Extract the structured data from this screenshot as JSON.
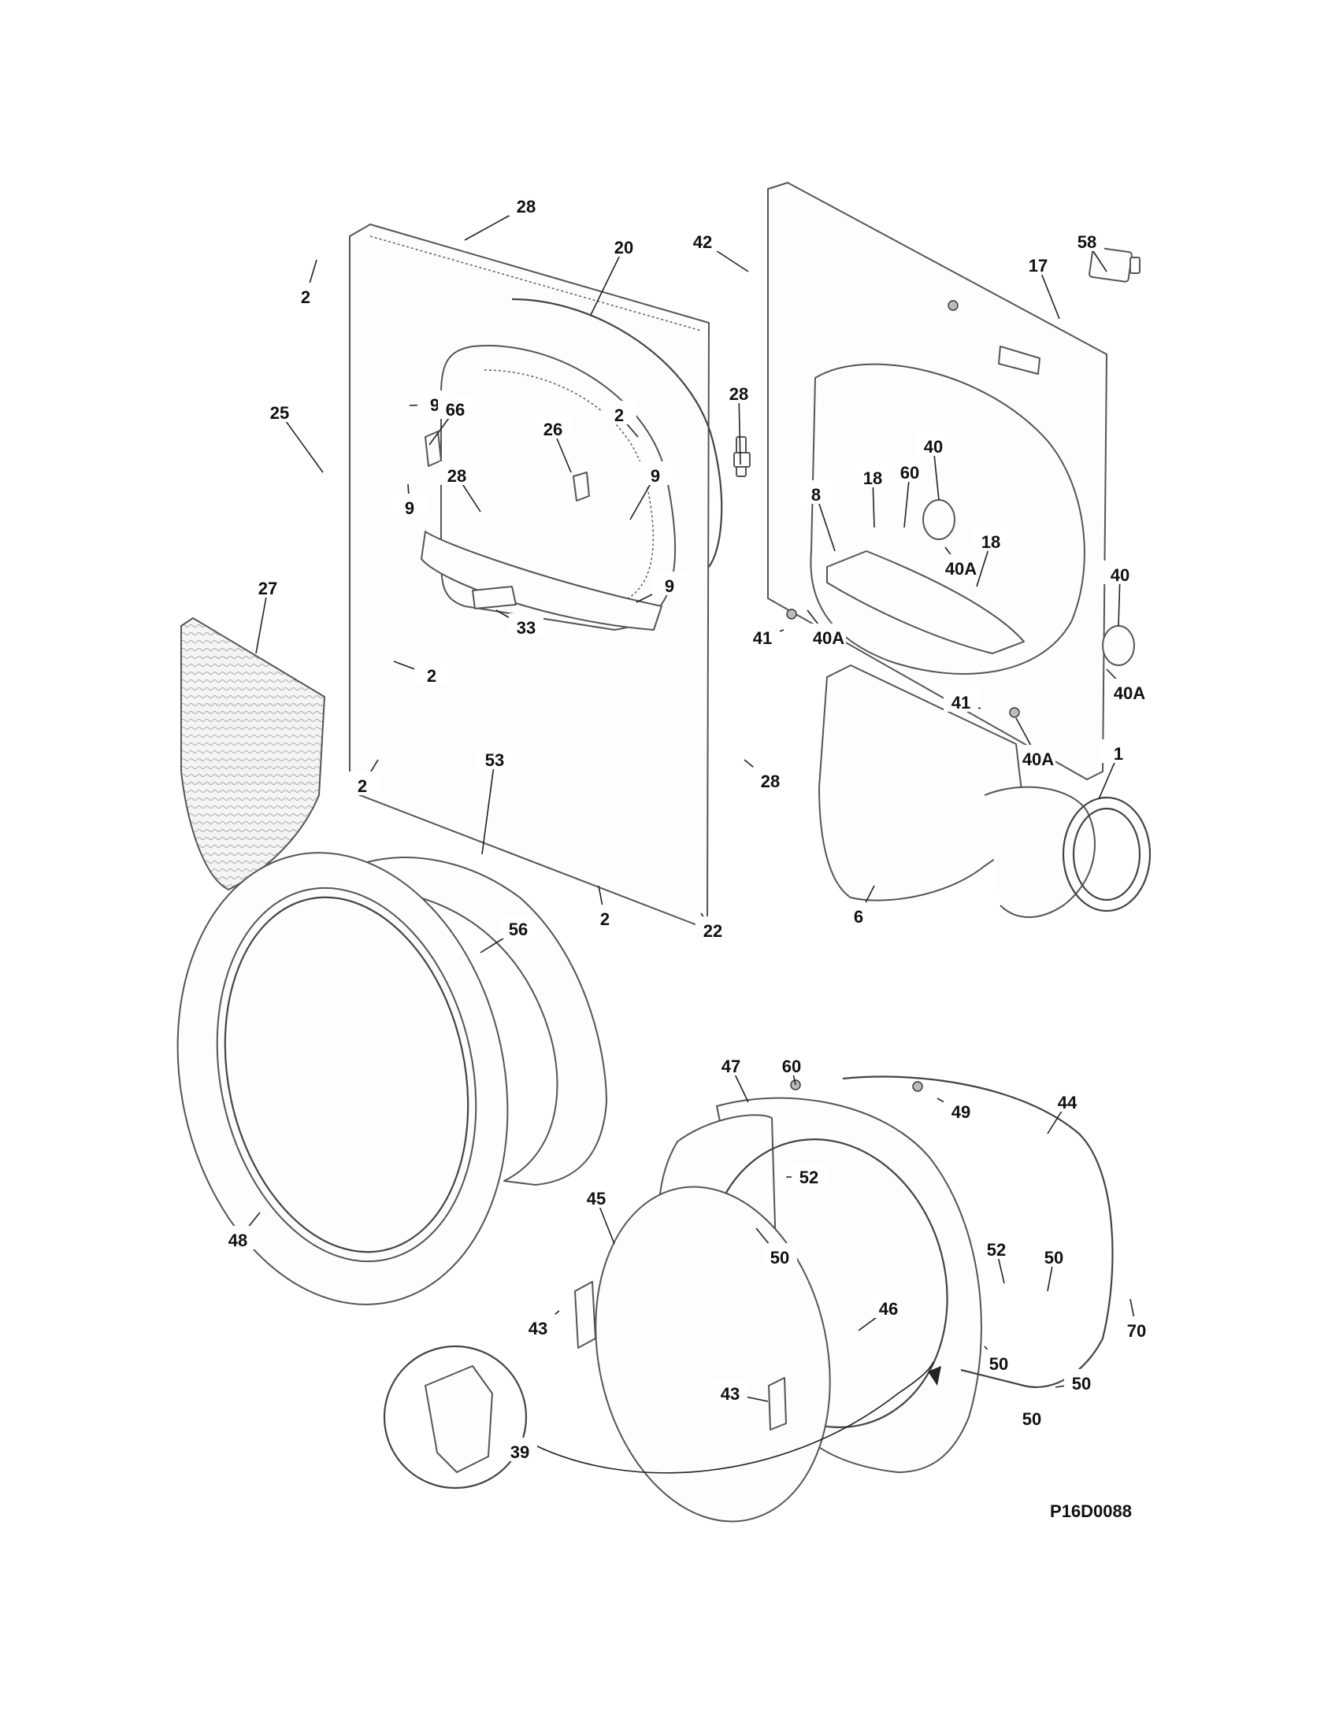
{
  "diagram_id": "P16D0088",
  "callouts": [
    {
      "label": "28"
    },
    {
      "label": "20"
    },
    {
      "label": "42"
    },
    {
      "label": "58"
    },
    {
      "label": "17"
    },
    {
      "label": "2"
    },
    {
      "label": "28"
    },
    {
      "label": "9"
    },
    {
      "label": "25"
    },
    {
      "label": "66"
    },
    {
      "label": "26"
    },
    {
      "label": "2"
    },
    {
      "label": "40"
    },
    {
      "label": "18"
    },
    {
      "label": "60"
    },
    {
      "label": "28"
    },
    {
      "label": "9"
    },
    {
      "label": "9"
    },
    {
      "label": "8"
    },
    {
      "label": "18"
    },
    {
      "label": "40A"
    },
    {
      "label": "9"
    },
    {
      "label": "27"
    },
    {
      "label": "33"
    },
    {
      "label": "41"
    },
    {
      "label": "40A"
    },
    {
      "label": "40"
    },
    {
      "label": "2"
    },
    {
      "label": "41"
    },
    {
      "label": "40A"
    },
    {
      "label": "40A"
    },
    {
      "label": "2"
    },
    {
      "label": "28"
    },
    {
      "label": "1"
    },
    {
      "label": "53"
    },
    {
      "label": "56"
    },
    {
      "label": "2"
    },
    {
      "label": "22"
    },
    {
      "label": "6"
    },
    {
      "label": "60"
    },
    {
      "label": "47"
    },
    {
      "label": "49"
    },
    {
      "label": "44"
    },
    {
      "label": "52"
    },
    {
      "label": "45"
    },
    {
      "label": "48"
    },
    {
      "label": "50"
    },
    {
      "label": "52"
    },
    {
      "label": "50"
    },
    {
      "label": "46"
    },
    {
      "label": "70"
    },
    {
      "label": "43"
    },
    {
      "label": "50"
    },
    {
      "label": "50"
    },
    {
      "label": "43"
    },
    {
      "label": "50"
    },
    {
      "label": "39"
    }
  ]
}
